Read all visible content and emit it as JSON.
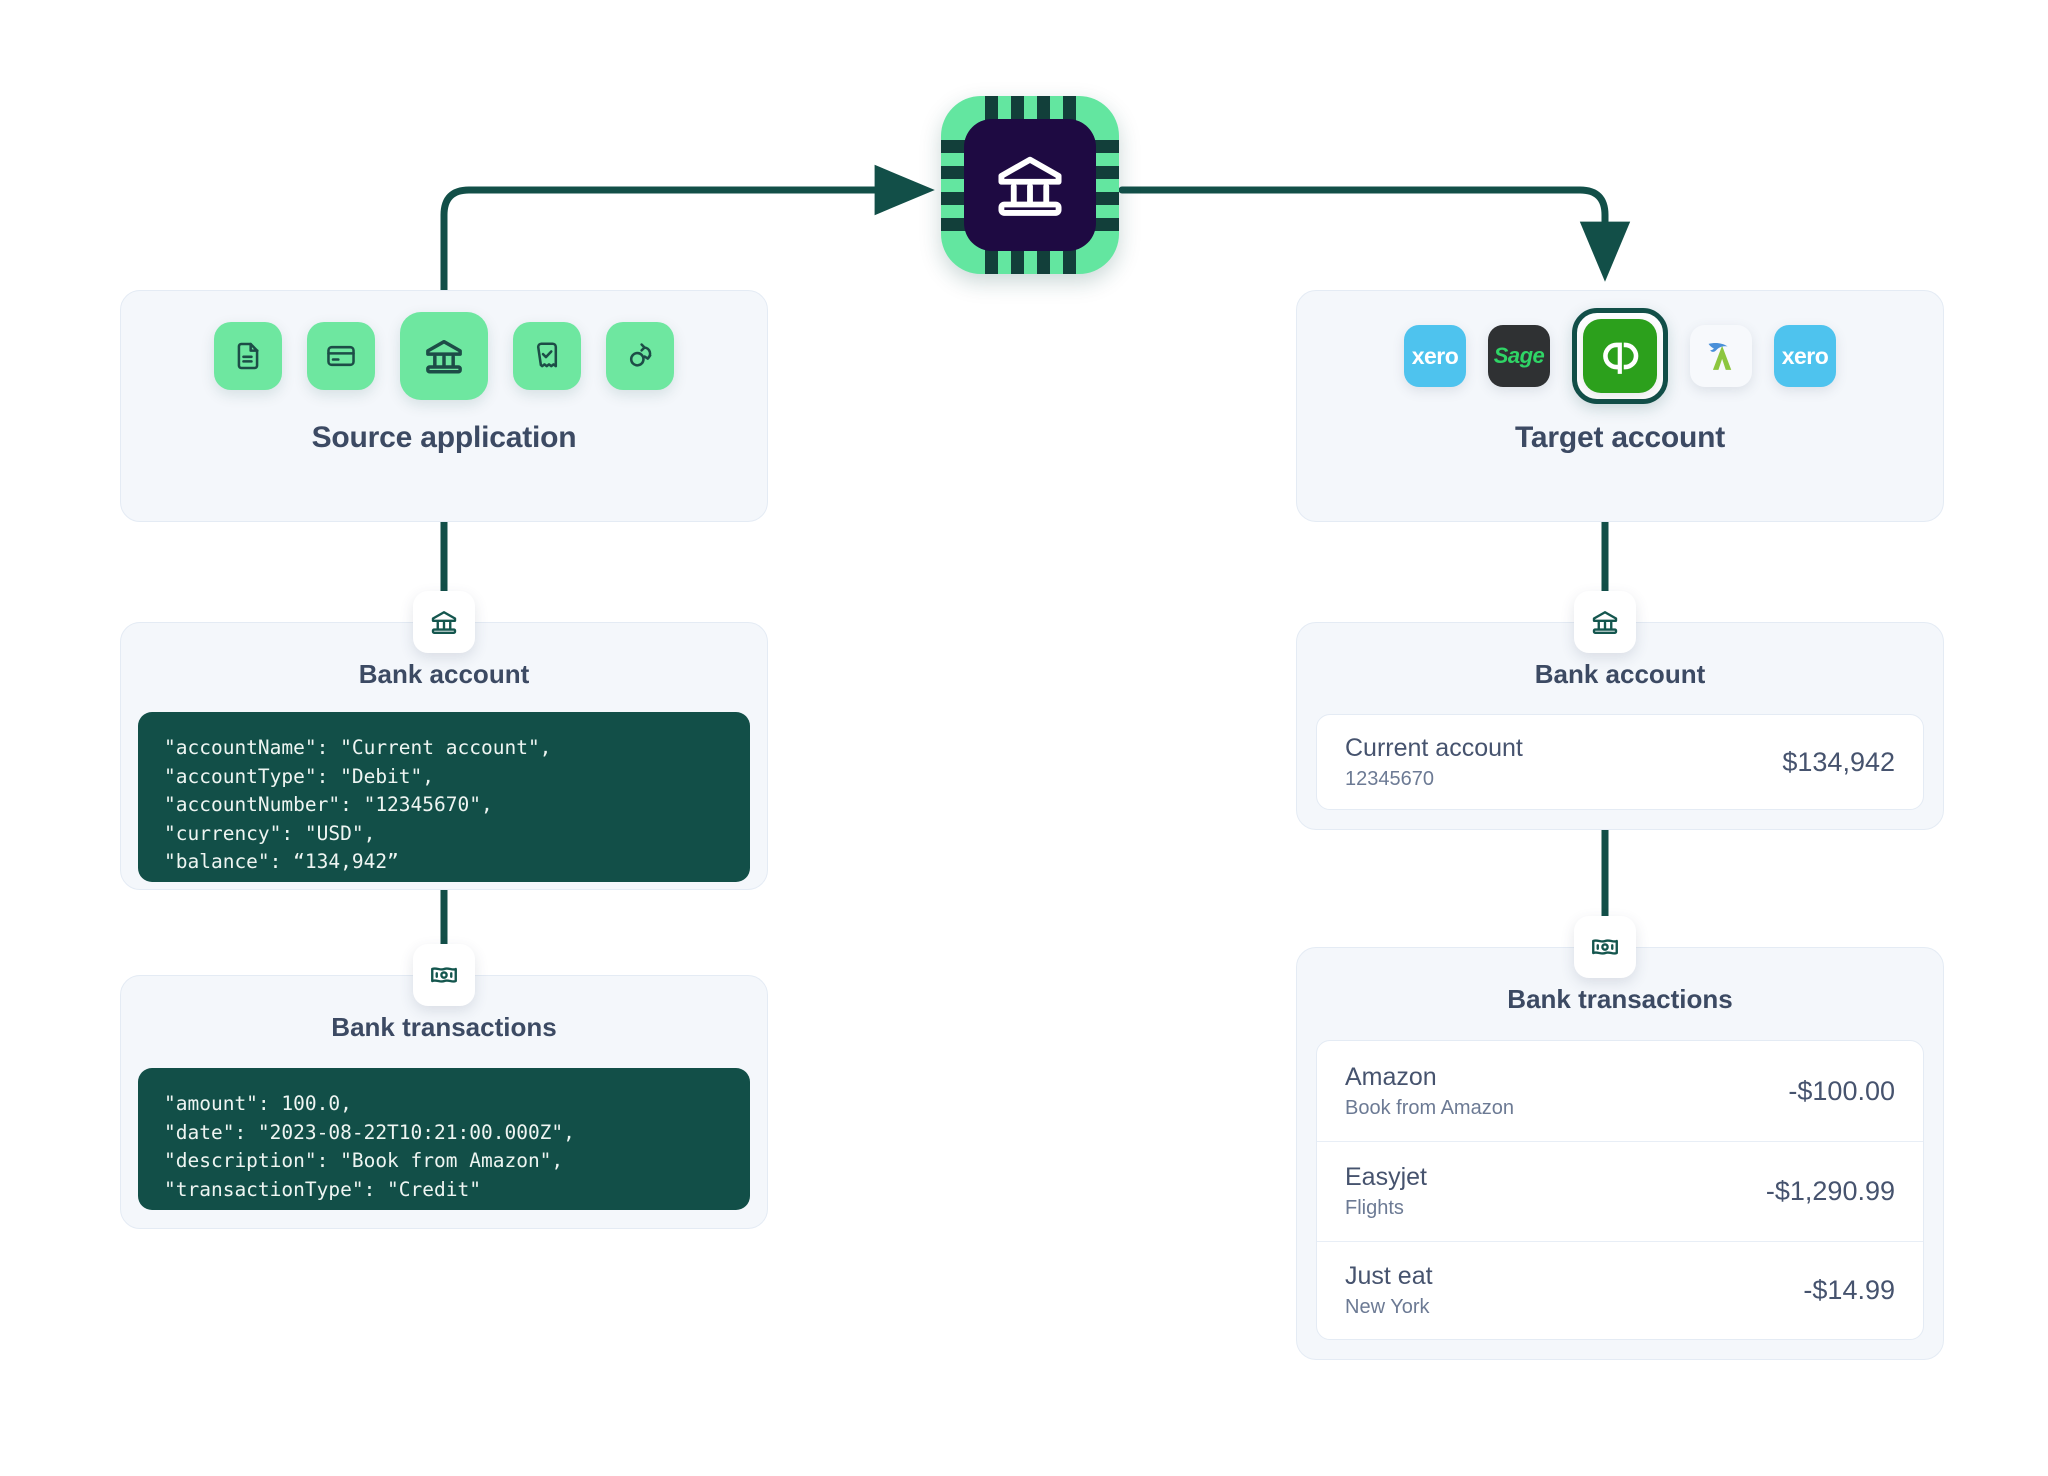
{
  "center_chip": {
    "icon": "bank-icon",
    "colors": {
      "frame": "#63e6a0",
      "core": "#1e0a42",
      "pins": "#123f3a"
    }
  },
  "source": {
    "title": "Source application",
    "tiles": [
      {
        "icon": "document-icon",
        "selected": false
      },
      {
        "icon": "credit-card-icon",
        "selected": false
      },
      {
        "icon": "bank-icon",
        "selected": true
      },
      {
        "icon": "receipt-check-icon",
        "selected": false
      },
      {
        "icon": "sync-icon",
        "selected": false
      }
    ],
    "bank_account": {
      "title": "Bank account",
      "badge_icon": "bank-icon",
      "code": "\"accountName\": \"Current account\",\n\"accountType\": \"Debit\",\n\"accountNumber\": \"12345670\",\n\"currency\": \"USD\",\n\"balance\": “134,942”"
    },
    "bank_transactions": {
      "title": "Bank transactions",
      "badge_icon": "banknote-icon",
      "code": "\"amount\": 100.0,\n\"date\": \"2023-08-22T10:21:00.000Z\",\n\"description\": \"Book from Amazon\",\n\"transactionType\": \"Credit\""
    }
  },
  "target": {
    "title": "Target account",
    "logos": [
      {
        "name": "xero",
        "label": "xero",
        "selected": false
      },
      {
        "name": "sage",
        "label": "Sage",
        "selected": false
      },
      {
        "name": "quickbooks",
        "label": "qb",
        "selected": true
      },
      {
        "name": "approvalmax",
        "label": "A",
        "selected": false
      },
      {
        "name": "xero",
        "label": "xero",
        "selected": false
      }
    ],
    "bank_account": {
      "title": "Bank account",
      "badge_icon": "bank-icon",
      "account": {
        "name": "Current account",
        "number": "12345670",
        "balance": "$134,942"
      }
    },
    "bank_transactions": {
      "title": "Bank transactions",
      "badge_icon": "banknote-icon",
      "rows": [
        {
          "name": "Amazon",
          "detail": "Book from Amazon",
          "amount": "-$100.00"
        },
        {
          "name": "Easyjet",
          "detail": "Flights",
          "amount": "-$1,290.99"
        },
        {
          "name": "Just eat",
          "detail": "New York",
          "amount": "-$14.99"
        }
      ]
    }
  },
  "colors": {
    "accent_green": "#6ee7a0",
    "deep_green": "#124f48",
    "panel_bg": "#f4f7fb",
    "text_dark": "#3c4a63"
  }
}
